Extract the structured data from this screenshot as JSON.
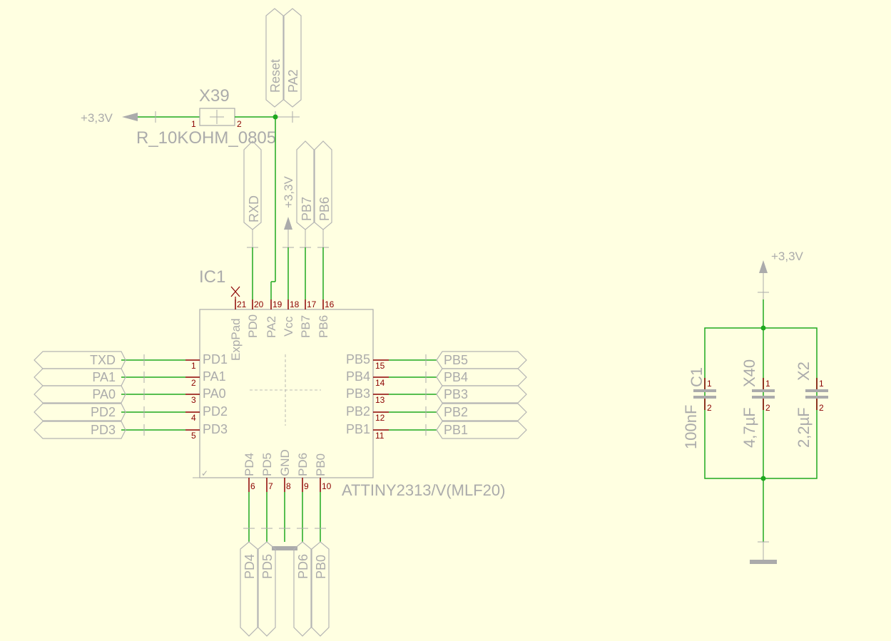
{
  "resistor": {
    "name": "X39",
    "value": "R_10KOHM_0805",
    "pin1": "1",
    "pin2": "2",
    "supply": "+3,3V"
  },
  "reset_labels": [
    "Reset",
    "PA2"
  ],
  "top_flags": [
    "RXD",
    "PB7",
    "PB6"
  ],
  "vcc_symbol_top": "+3,3V",
  "ic": {
    "name": "IC1",
    "value": "ATTINY2313/V(MLF20)",
    "top_pins": [
      {
        "label": "ExpPad",
        "num": "21"
      },
      {
        "label": "PD0",
        "num": "20"
      },
      {
        "label": "PA2",
        "num": "19"
      },
      {
        "label": "Vcc",
        "num": "18"
      },
      {
        "label": "PB7",
        "num": "17"
      },
      {
        "label": "PB6",
        "num": "16"
      }
    ],
    "left_pins": [
      {
        "label": "PD1",
        "num": "1"
      },
      {
        "label": "PA1",
        "num": "2"
      },
      {
        "label": "PA0",
        "num": "3"
      },
      {
        "label": "PD2",
        "num": "4"
      },
      {
        "label": "PD3",
        "num": "5"
      }
    ],
    "right_pins": [
      {
        "label": "PB5",
        "num": "15"
      },
      {
        "label": "PB4",
        "num": "14"
      },
      {
        "label": "PB3",
        "num": "13"
      },
      {
        "label": "PB2",
        "num": "12"
      },
      {
        "label": "PB1",
        "num": "11"
      }
    ],
    "bottom_pins": [
      {
        "label": "PD4",
        "num": "6"
      },
      {
        "label": "PD5",
        "num": "7"
      },
      {
        "label": "GND",
        "num": "8"
      },
      {
        "label": "PD6",
        "num": "9"
      },
      {
        "label": "PB0",
        "num": "10"
      }
    ]
  },
  "left_flags": [
    "TXD",
    "PA1",
    "PA0",
    "PD2",
    "PD3"
  ],
  "right_flags": [
    "PB5",
    "PB4",
    "PB3",
    "PB2",
    "PB1"
  ],
  "bottom_flags": [
    "PD4",
    "PD5",
    "PD6",
    "PB0"
  ],
  "capacitors": {
    "supply": "+3,3V",
    "parts": [
      {
        "name": "C1",
        "value": "100nF",
        "pin1": "1",
        "pin2": "2"
      },
      {
        "name": "X40",
        "value": "4,7µF",
        "pin1": "1",
        "pin2": "2"
      },
      {
        "name": "X2",
        "value": "2,2µF",
        "pin1": "1",
        "pin2": "2"
      }
    ]
  },
  "colors": {
    "background": "#FFFFE1",
    "wire": "#1FA81F",
    "pin": "#8B0000",
    "outline": "#ABABAB"
  }
}
